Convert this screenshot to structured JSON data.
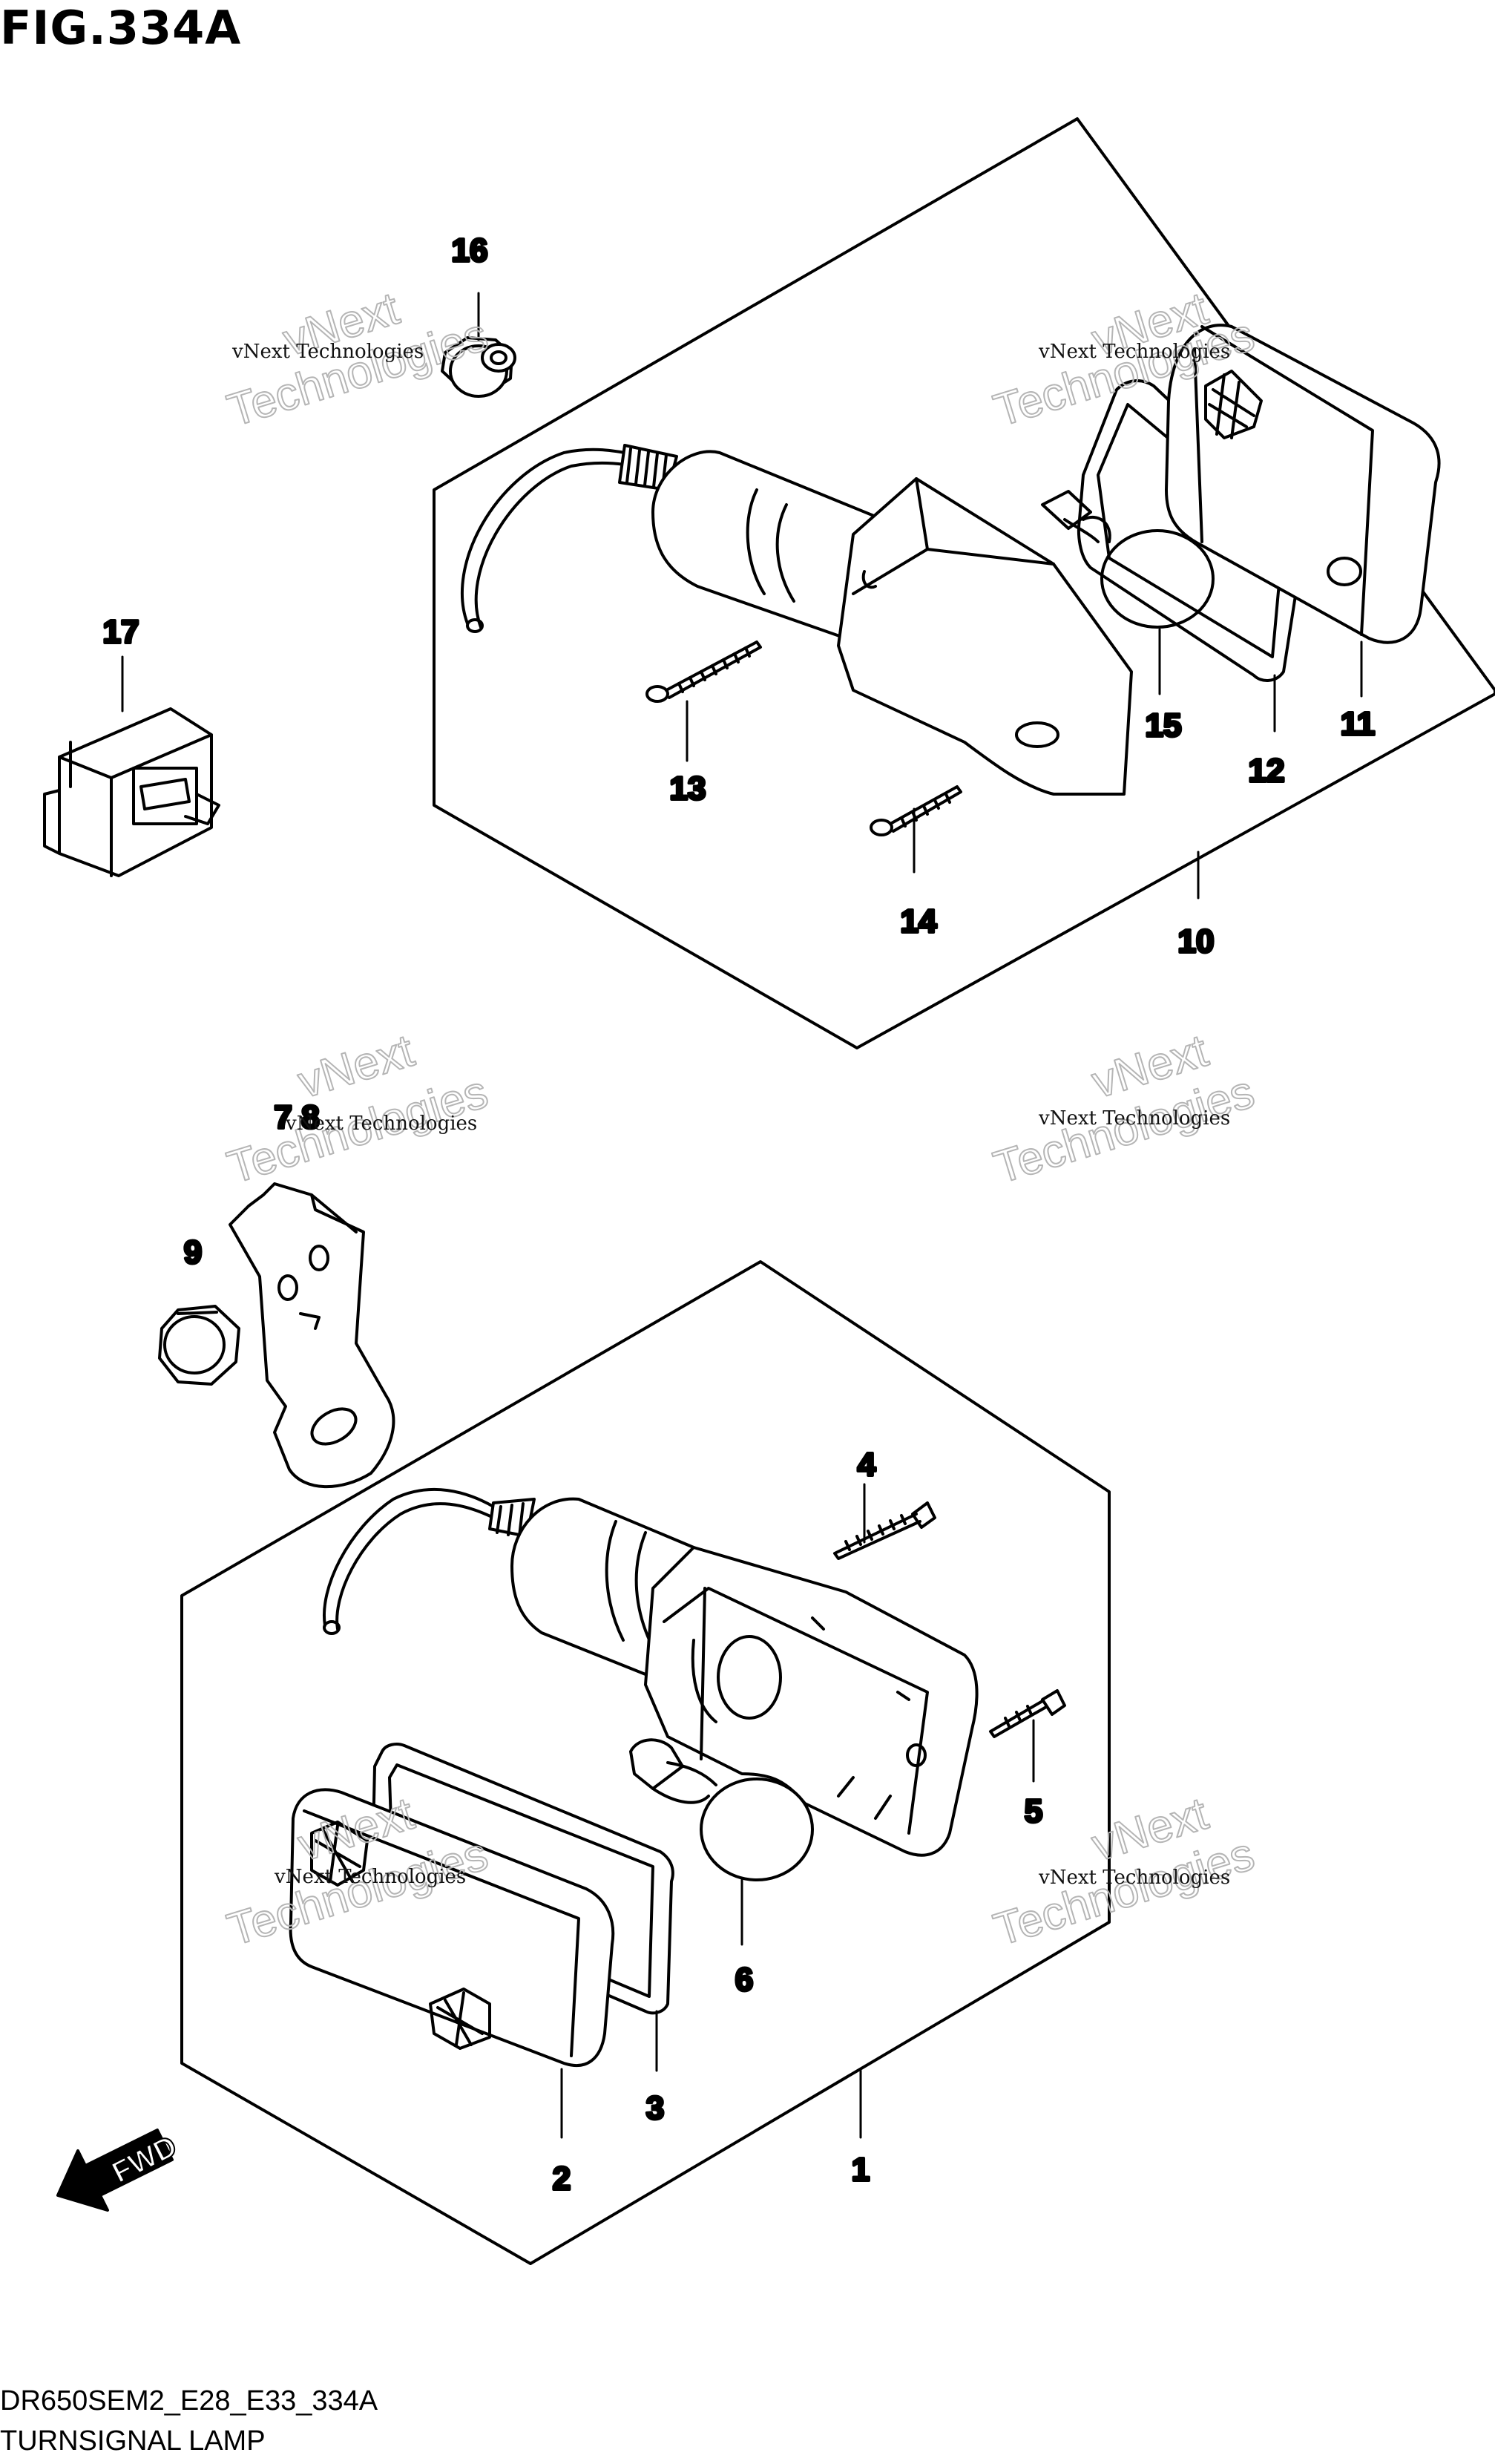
{
  "figure": {
    "title": "FIG.334A",
    "model_code": "DR650SEM2_E28_E33_334A",
    "section_name": "TURNSIGNAL LAMP"
  },
  "callouts": {
    "c1": "1",
    "c2": "2",
    "c3": "3",
    "c4": "4",
    "c5": "5",
    "c6": "6",
    "c78": "7 8",
    "c9": "9",
    "c10": "10",
    "c11": "11",
    "c12": "12",
    "c13": "13",
    "c14": "14",
    "c15": "15",
    "c16": "16",
    "c17": "17"
  },
  "direction_arrow": "FWD",
  "watermark": {
    "line1": "vNext Technologies",
    "line2": "vNext",
    "line3": "Technologies"
  },
  "colors": {
    "ink": "#000000",
    "watermark": "#b5b5b5",
    "background": "#ffffff"
  }
}
